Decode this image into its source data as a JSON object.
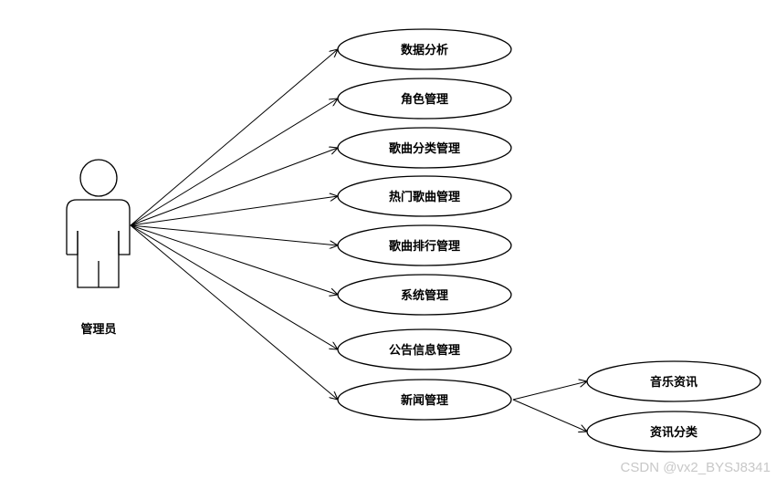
{
  "actor": {
    "label": "管理员"
  },
  "use_cases": [
    {
      "label": "数据分析"
    },
    {
      "label": "角色管理"
    },
    {
      "label": "歌曲分类管理"
    },
    {
      "label": "热门歌曲管理"
    },
    {
      "label": "歌曲排行管理"
    },
    {
      "label": "系统管理"
    },
    {
      "label": "公告信息管理"
    },
    {
      "label": "新闻管理"
    }
  ],
  "sub_use_cases": [
    {
      "label": "音乐资讯"
    },
    {
      "label": "资讯分类"
    }
  ],
  "watermark": "CSDN @vx2_BYSJ8341"
}
